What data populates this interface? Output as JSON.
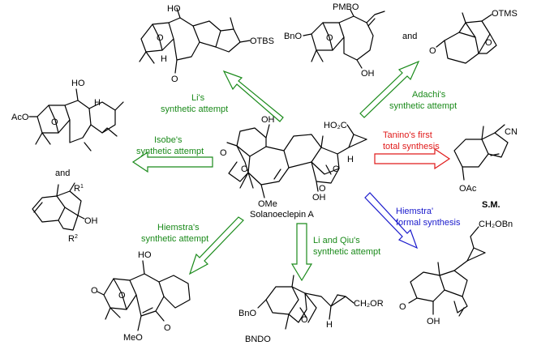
{
  "center": {
    "name": "Solanoeclepin A"
  },
  "atoms": {
    "center": [
      "HO₂C",
      "OH",
      "O",
      "O",
      "H",
      "OMe",
      "OH",
      "O",
      "O"
    ],
    "li": [
      "HO",
      "O",
      "H",
      "O",
      "OTBS"
    ],
    "adachi": [
      "PMBO",
      "BnO",
      "O",
      "OH"
    ],
    "adachi2": [
      "OTMS",
      "O",
      "O"
    ],
    "isobe": [
      "AcO",
      "HO",
      "H",
      "O"
    ],
    "isobe2": [
      "R",
      "1",
      "OH",
      "R",
      "2"
    ],
    "tanino": [
      "CN",
      "OAc"
    ],
    "hiemstra": [
      "HO",
      "O",
      "O",
      "MeO",
      "O"
    ],
    "liqiu": [
      "BnO",
      "BNDO",
      "O",
      "H",
      "CH₂OR"
    ],
    "hiemstra2": [
      "CH₂OBn",
      "O",
      "OH"
    ]
  },
  "routes": {
    "li": {
      "line1": "Li's",
      "line2": "synthetic attempt",
      "color": "#1a8a1a"
    },
    "adachi": {
      "line1": "Adachi's",
      "line2": "synthetic attempt",
      "color": "#1a8a1a"
    },
    "isobe": {
      "line1": "Isobe's",
      "line2": "synthetic attempt",
      "color": "#1a8a1a"
    },
    "tanino": {
      "line1": "Tanino's first",
      "line2": "total synthesis",
      "color": "#e01a1a"
    },
    "hiemstra": {
      "line1": "Hiemstra's",
      "line2": "synthetic attempt",
      "color": "#1a8a1a"
    },
    "liqiu": {
      "line1": "Li and Qiu's",
      "line2": "synthetic attempt",
      "color": "#1a8a1a"
    },
    "hiemstra_formal": {
      "line1": "Hiemstra'",
      "line2": "formal synthesis",
      "color": "#1a1acc"
    }
  },
  "connectors": {
    "and_top": "and",
    "and_left": "and"
  },
  "sm": {
    "label": "S.M."
  }
}
